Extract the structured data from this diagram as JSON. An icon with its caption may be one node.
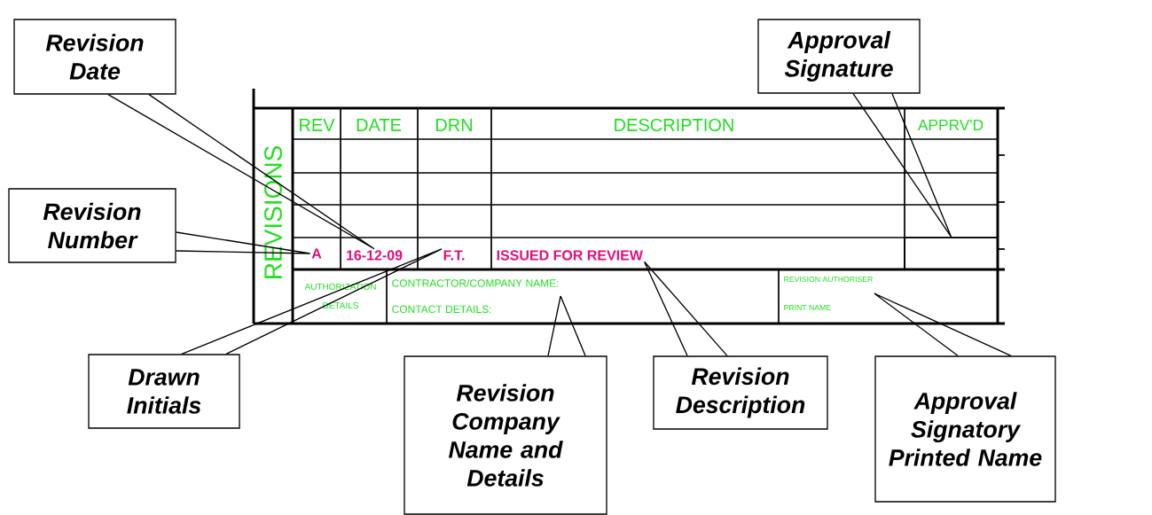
{
  "diagram": {
    "nodes": [
      {
        "text": [
          "Revision Date"
        ]
      },
      {
        "text": [
          "Approval Signature"
        ]
      },
      {
        "text": [
          "Revision Number"
        ]
      },
      {
        "text": [
          "Drawn Initials"
        ]
      },
      {
        "text": [
          "Revision Company Name and Details"
        ]
      },
      {
        "text": [
          "Revision Description"
        ]
      },
      {
        "text": [
          "Approval Signatory Printed Name"
        ]
      },
      {
        "text": [
          "A"
        ]
      },
      {
        "text": [
          "16-12-09"
        ]
      },
      {
        "text": [
          "F.T."
        ]
      },
      {
        "text": [
          "ISSUED FOR REVIEW"
        ]
      },
      {
        "text": [],
        "shape": "box"
      },
      {
        "text": [
          "CONTRACTOR/COMPANY NAME:",
          "CONTACT DETAILS:"
        ]
      },
      {
        "text": [
          "REVISION AUTHORISER",
          "PRINT NAME"
        ]
      }
    ],
    "edges": [
      {
        "from": 0,
        "to": 8,
        "arrow": "none"
      },
      {
        "from": 1,
        "to": 11,
        "arrow": "none"
      },
      {
        "from": 2,
        "to": 7,
        "arrow": "none"
      },
      {
        "from": 3,
        "to": 9,
        "arrow": "none"
      },
      {
        "from": 4,
        "to": 12,
        "arrow": "none"
      },
      {
        "from": 5,
        "to": 10,
        "arrow": "none"
      },
      {
        "from": 6,
        "to": 13,
        "arrow": "none"
      }
    ],
    "labels": [
      "REVISIONS",
      "REV",
      "DATE",
      "DRN",
      "DESCRIPTION",
      "APPRV'D",
      "AUTHORIZATION DETAILS"
    ]
  }
}
